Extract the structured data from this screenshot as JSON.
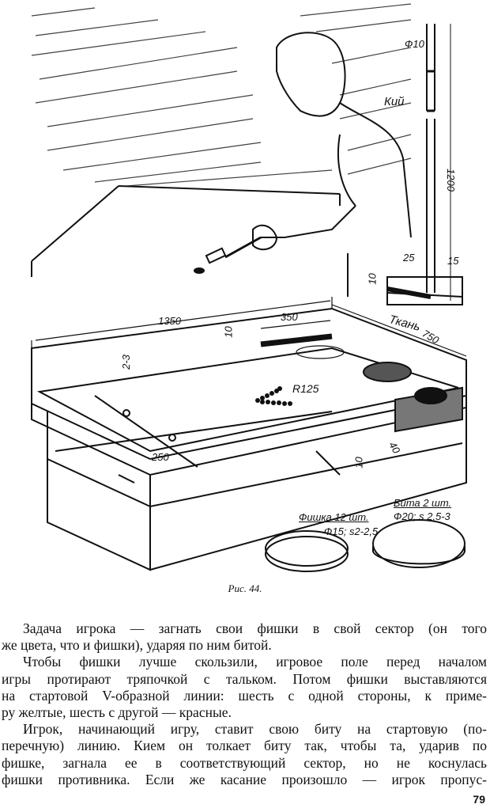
{
  "figure": {
    "labels": {
      "cue_diameter": "Ф10",
      "cue": "Кий",
      "cue_length": "1200",
      "stand_width": "25",
      "stand_hole": "15",
      "stand_height": "10",
      "cloth": "Ткань",
      "length": "1350",
      "rail_height": "10",
      "sector_length": "350",
      "width": "750",
      "gap": "2-3",
      "radius": "R125",
      "start_line": "250",
      "frame_height": "10",
      "frame_width": "40",
      "chip": "Фишка 12 шт.",
      "chip_spec": "Ф15; s2-2,5",
      "striker": "Бита 2 шт.",
      "striker_spec": "Ф20; s 2,5-3"
    },
    "caption": "Рис. 44."
  },
  "body": {
    "lines": [
      "Задача игрока — загнать свои фишки в свой сектор (он того",
      "же цвета, что и фишки), ударяя по ним битой.",
      "Чтобы фишки лучше скользили, игровое поле перед началом",
      "игры протирают тряпочкой с тальком. Потом фишки выставляются",
      "на стартовой V-образной линии: шесть с одной стороны, к приме-",
      "ру желтые, шесть с другой — красные.",
      "Игрок, начинающий игру, ставит свою биту на стартовую (по-",
      "перечную) линию. Кием он толкает биту так, чтобы та, ударив по",
      "фишке, загнала ее в соответствующий сектор,  но не коснулась",
      "фишки противника. Если же касание произошло — игрок пропус-"
    ]
  },
  "page_number": "79"
}
